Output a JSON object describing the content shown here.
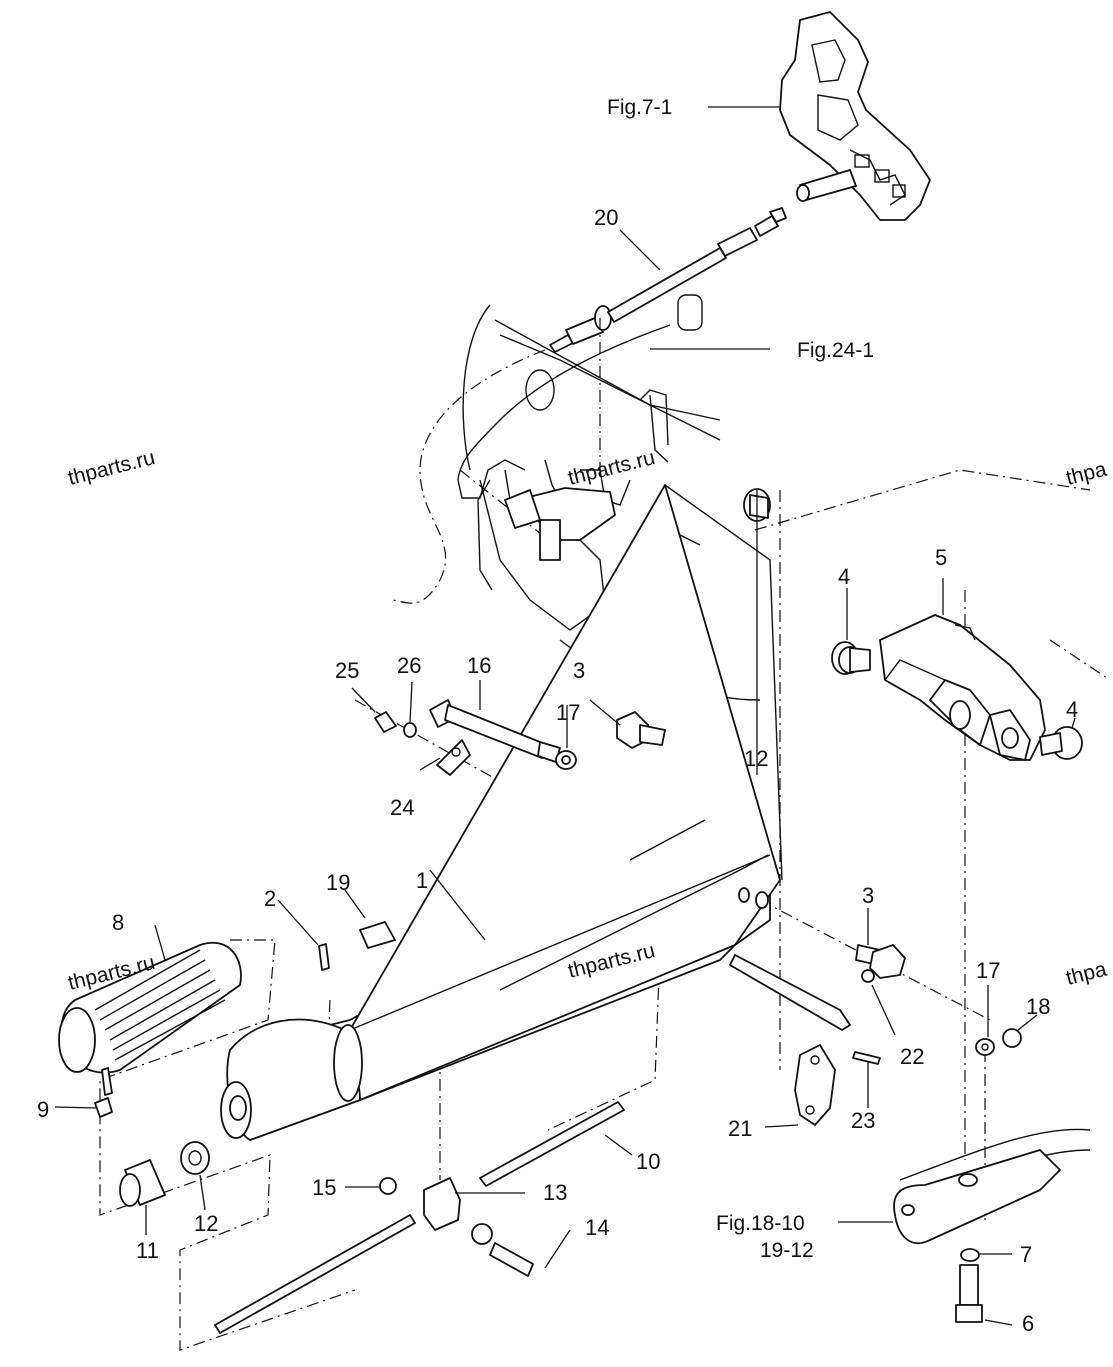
{
  "watermarks": [
    "thparts.ru",
    "thparts.ru",
    "thparts.ru",
    "thparts.ru",
    "thpa",
    "thpa"
  ],
  "figure_refs": {
    "fig7_1": "Fig.7-1",
    "fig24_1": "Fig.24-1",
    "fig18_10": "Fig.18-10",
    "fig19_12": "19-12"
  },
  "callouts": {
    "c1": "1",
    "c2": "2",
    "c3a": "3",
    "c3b": "3",
    "c4a": "4",
    "c4b": "4",
    "c5": "5",
    "c6": "6",
    "c7": "7",
    "c8": "8",
    "c9": "9",
    "c10": "10",
    "c11": "11",
    "c12a": "12",
    "c12b": "12",
    "c13": "13",
    "c14": "14",
    "c15": "15",
    "c16": "16",
    "c17a": "17",
    "c17b": "17",
    "c18": "18",
    "c19": "19",
    "c20": "20",
    "c21": "21",
    "c22": "22",
    "c23": "23",
    "c24": "24",
    "c25": "25",
    "c26": "26"
  }
}
